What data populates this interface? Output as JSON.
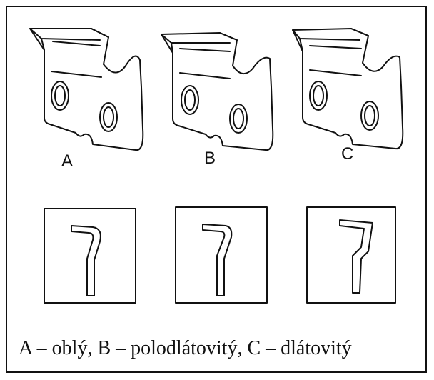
{
  "cutters": [
    {
      "label": "A"
    },
    {
      "label": "B"
    },
    {
      "label": "C"
    }
  ],
  "caption": "A – oblý, B – polodlátovitý, C – dlátovitý"
}
